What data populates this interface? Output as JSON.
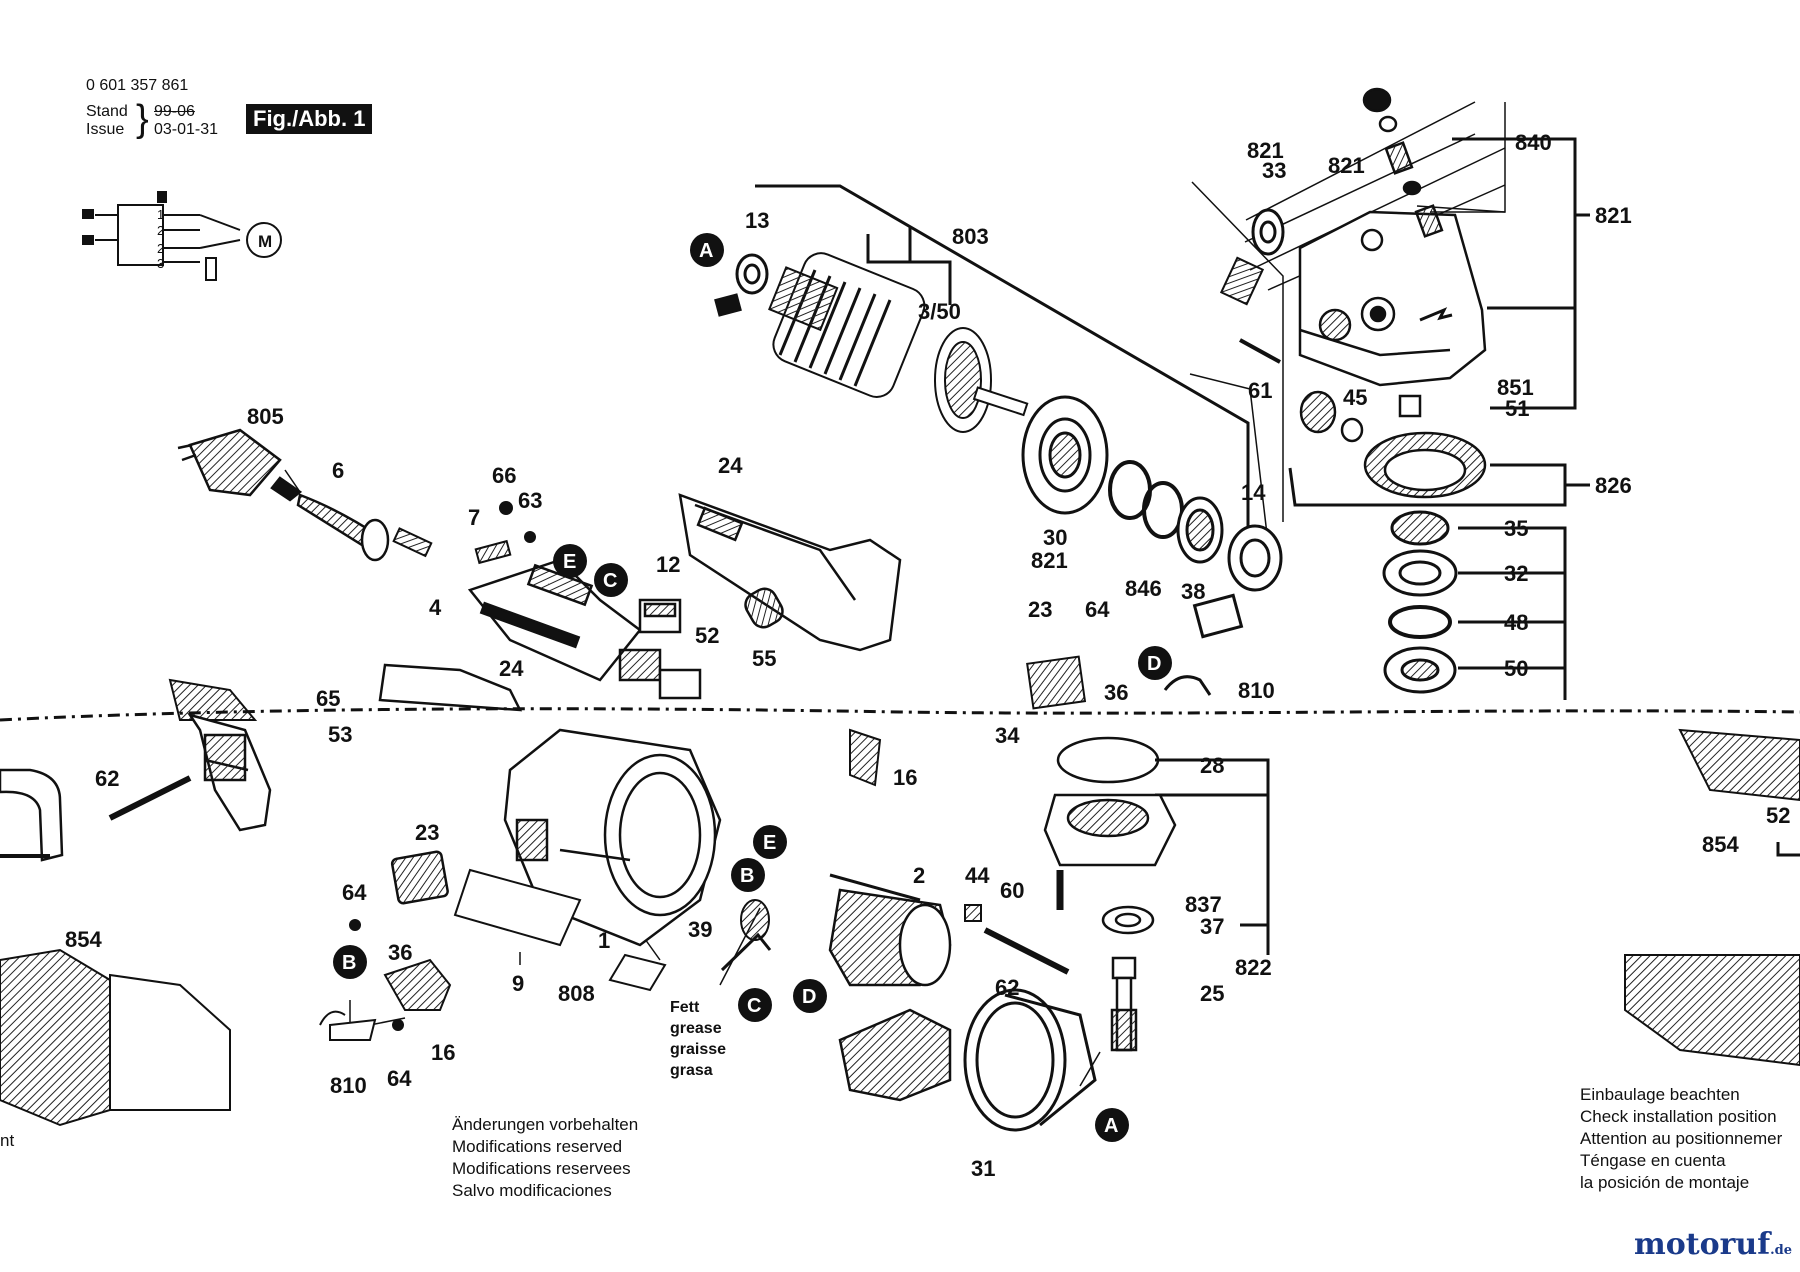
{
  "header": {
    "part_number": "0 601 357 861",
    "stand_label": "Stand",
    "issue_label": "Issue",
    "old_date": "99-06",
    "date": "03-01-31",
    "figure": "Fig./Abb. 1"
  },
  "callouts": [
    "805",
    "6",
    "66",
    "63",
    "7",
    "4",
    "12",
    "52",
    "55",
    "24",
    "65",
    "53",
    "62",
    "24",
    "13",
    "803",
    "3/50",
    "30",
    "821",
    "846",
    "38",
    "14",
    "821",
    "33",
    "821",
    "840",
    "821",
    "61",
    "45",
    "851",
    "51",
    "826",
    "35",
    "32",
    "48",
    "50",
    "23",
    "64",
    "36",
    "810",
    "34",
    "16",
    "28",
    "60",
    "837",
    "37",
    "822",
    "25",
    "23",
    "64",
    "1",
    "9",
    "808",
    "39",
    "2",
    "44",
    "62",
    "31",
    "64",
    "36",
    "16",
    "810",
    "854",
    "52",
    "854"
  ],
  "markers": [
    "A",
    "B",
    "C",
    "D",
    "E"
  ],
  "circuit": {
    "motor": "M",
    "pins": [
      "1",
      "2",
      "2",
      "3"
    ]
  },
  "grease": [
    "Fett",
    "grease",
    "graisse",
    "grasa"
  ],
  "note_modifications": [
    "Änderungen vorbehalten",
    "Modifications reserved",
    "Modifications reservees",
    "Salvo modificaciones"
  ],
  "note_installation": [
    "Einbaulage beachten",
    "Check installation position",
    "Attention au positionnemer",
    "Téngase en cuenta",
    "la posición de montaje"
  ],
  "left_edge_fragment": "nt",
  "brand": {
    "name": "motoruf",
    "suffix": ".de"
  }
}
